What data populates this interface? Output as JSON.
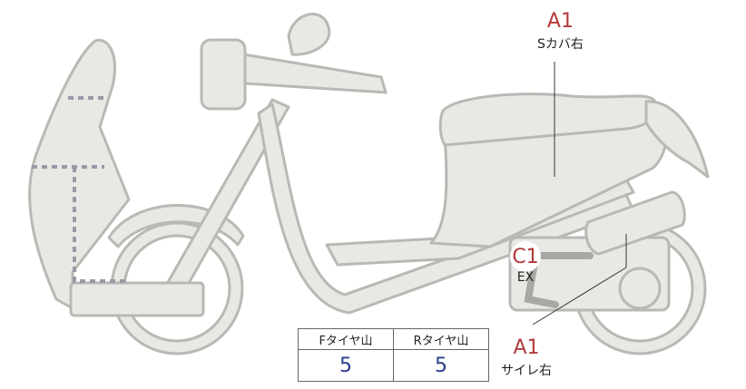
{
  "markers": [
    {
      "code": "A1",
      "label": "Sカバ右"
    },
    {
      "code": "C1",
      "label": "EX"
    },
    {
      "code": "A1",
      "label": "サイレ右"
    }
  ],
  "tread_table": {
    "headers": [
      "Fタイヤ山",
      "Rタイヤ山"
    ],
    "values": [
      "5",
      "5"
    ]
  },
  "colors": {
    "body_fill": "#e8e8e4",
    "outline": "#b9b9b4",
    "dashed": "#9a9aa6",
    "marker_text": "#b23a3a",
    "value_text": "#2c3c8a"
  }
}
